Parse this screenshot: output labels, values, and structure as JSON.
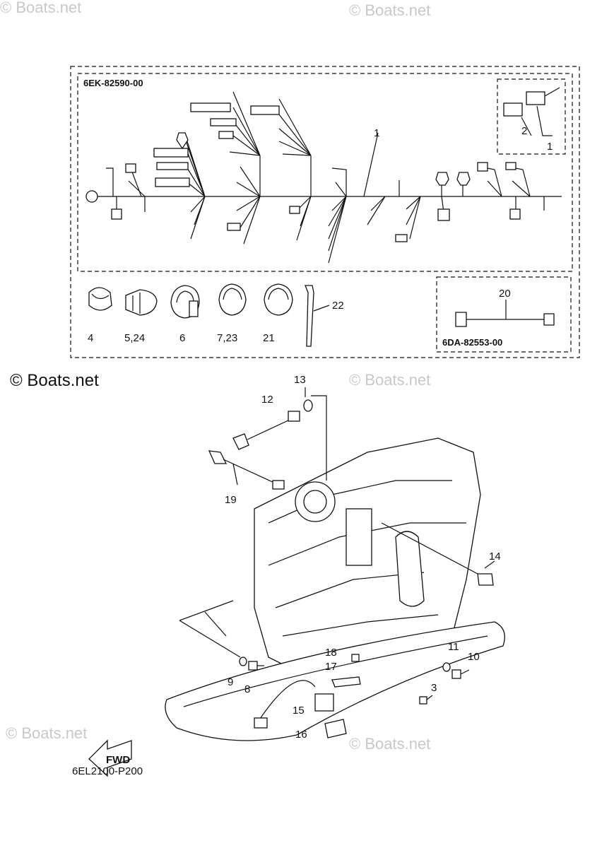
{
  "harness_box": {
    "part_number": "6EK-82590-00"
  },
  "lead_box": {
    "part_number": "6DA-82553-00"
  },
  "labels": {
    "l1": "1",
    "l2": "2",
    "l1b": "1",
    "l4": "4",
    "l5_24": "5,24",
    "l6": "6",
    "l7_23": "7,23",
    "l21": "21",
    "l22": "22",
    "l20": "20",
    "l13": "13",
    "l12": "12",
    "l19": "19",
    "l14": "14",
    "l11": "11",
    "l10": "10",
    "l3": "3",
    "l18": "18",
    "l17": "17",
    "l15": "15",
    "l16": "16",
    "l9": "9",
    "l8": "8"
  },
  "fwd_label": "FWD",
  "diagram_code": "6EL2100-P200",
  "watermarks": {
    "main": "© Boats.net",
    "faint": "© Boats.net"
  },
  "icons": [
    "wire-harness",
    "connector",
    "clamp",
    "cable-tie",
    "engine-block",
    "sensor",
    "bolt",
    "washer",
    "fwd-arrow-icon"
  ]
}
